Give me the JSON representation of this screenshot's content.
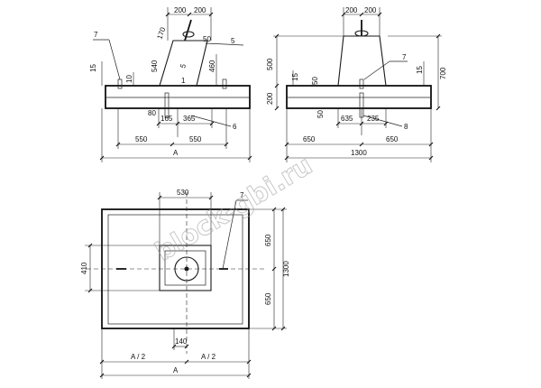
{
  "watermark": "block-gbi.ru",
  "front_view": {
    "top_dims": [
      "200",
      "200"
    ],
    "left_labels": [
      "7",
      "15",
      "10",
      "170",
      "540",
      "80"
    ],
    "center_labels": [
      "5",
      "1"
    ],
    "right_labels": [
      "50",
      "5",
      "460",
      "6"
    ],
    "bottom_dims": [
      "165",
      "365"
    ],
    "base_dims": [
      "550",
      "550"
    ],
    "overall": "A"
  },
  "side_view": {
    "top_dims": [
      "200",
      "200"
    ],
    "left_dims": [
      "500",
      "200"
    ],
    "left_small": [
      "15",
      "50",
      "50"
    ],
    "right_labels": [
      "7",
      "15",
      "700",
      "8"
    ],
    "bottom_dims": [
      "635",
      "235"
    ],
    "base_dims": [
      "650",
      "650"
    ],
    "overall": "1300"
  },
  "plan_view": {
    "top_dim": "530",
    "callout": "7",
    "left_dim": "410",
    "right_dims": [
      "650",
      "1300",
      "650"
    ],
    "bottom_small": "140",
    "half_dims": [
      "A / 2",
      "A / 2"
    ],
    "overall": "A"
  }
}
